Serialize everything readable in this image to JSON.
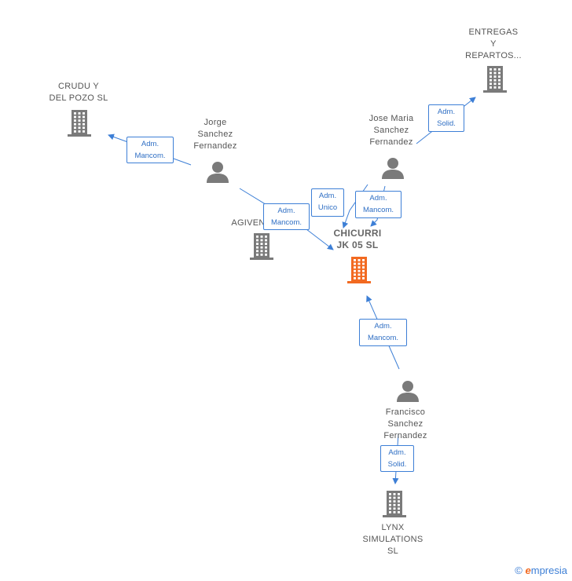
{
  "colors": {
    "edge": "#3d7fd6",
    "company": "#7a7a7a",
    "focus_company": "#f26a21",
    "person": "#7a7a7a"
  },
  "nodes": {
    "crudu": {
      "type": "company",
      "label": [
        "CRUDU Y",
        "DEL POZO SL"
      ]
    },
    "entregas": {
      "type": "company",
      "label": [
        "ENTREGAS",
        "Y",
        "REPARTOS..."
      ]
    },
    "jorge": {
      "type": "person",
      "label": [
        "Jorge",
        "Sanchez",
        "Fernandez"
      ]
    },
    "jose": {
      "type": "person",
      "label": [
        "Jose Maria",
        "Sanchez",
        "Fernandez"
      ]
    },
    "agiven": {
      "type": "company",
      "label": [
        "AGIVEN"
      ]
    },
    "chicurri": {
      "type": "company-focus",
      "label": [
        "CHICURRI",
        "JK 05  SL"
      ]
    },
    "francisco": {
      "type": "person",
      "label": [
        "Francisco",
        "Sanchez",
        "Fernandez"
      ]
    },
    "lynx": {
      "type": "company",
      "label": [
        "LYNX",
        "SIMULATIONS",
        "SL"
      ]
    }
  },
  "edges": [
    {
      "from": "jorge",
      "to": "crudu",
      "label": [
        "Adm.",
        "Mancom."
      ]
    },
    {
      "from": "jorge",
      "to": "chicurri",
      "label": [
        "Adm.",
        "Mancom."
      ]
    },
    {
      "from": "jose",
      "to": "entregas",
      "label": [
        "Adm.",
        "Solid."
      ]
    },
    {
      "from": "jose",
      "to": "chicurri",
      "label": [
        "Adm.",
        "Unico"
      ]
    },
    {
      "from": "jose",
      "to": "chicurri",
      "label": [
        "Adm.",
        "Mancom."
      ]
    },
    {
      "from": "francisco",
      "to": "chicurri",
      "label": [
        "Adm.",
        "Mancom."
      ]
    },
    {
      "from": "francisco",
      "to": "lynx",
      "label": [
        "Adm.",
        "Solid."
      ]
    }
  ],
  "brand": {
    "copyright": "©",
    "name_initial": "e",
    "name_rest": "mpresia"
  }
}
